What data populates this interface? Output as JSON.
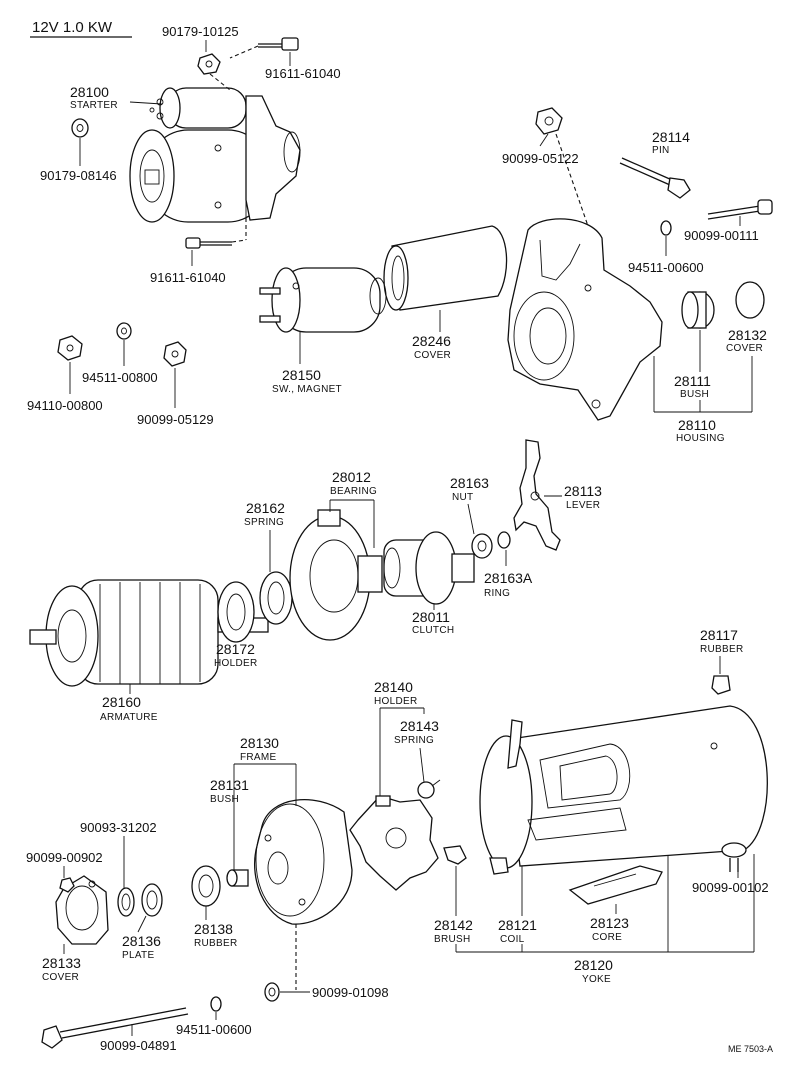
{
  "header": {
    "spec": "12V  1.0 KW"
  },
  "footer": {
    "ref": "ME 7503-A"
  },
  "labels": {
    "p_90179_10125": "90179-10125",
    "p_91611_61040_a": "91611-61040",
    "p_28100": "28100",
    "n_starter": "STARTER",
    "p_90179_08146": "90179-08146",
    "p_91611_61040_b": "91611-61040",
    "p_90099_05122": "90099-05122",
    "p_28114": "28114",
    "n_pin": "PIN",
    "p_90099_00111": "90099-00111",
    "p_94511_00600_a": "94511-00600",
    "p_28132": "28132",
    "n_cover_a": "COVER",
    "p_28111": "28111",
    "n_bush_a": "BUSH",
    "p_28110": "28110",
    "n_housing": "HOUSING",
    "p_28246": "28246",
    "n_cover_b": "COVER",
    "p_28150": "28150",
    "n_sw_magnet": "SW., MAGNET",
    "p_94511_00800": "94511-00800",
    "p_94110_00800": "94110-00800",
    "p_90099_05129": "90099-05129",
    "p_28012": "28012",
    "n_bearing": "BEARING",
    "p_28163": "28163",
    "n_nut": "NUT",
    "p_28113": "28113",
    "n_lever": "LEVER",
    "p_28162": "28162",
    "n_spring_a": "SPRING",
    "p_28163A": "28163A",
    "n_ring": "RING",
    "p_28011": "28011",
    "n_clutch": "CLUTCH",
    "p_28172": "28172",
    "n_holder_a": "HOLDER",
    "p_28160": "28160",
    "n_armature": "ARMATURE",
    "p_28117": "28117",
    "n_rubber_a": "RUBBER",
    "p_28140": "28140",
    "n_holder_b": "HOLDER",
    "p_28143": "28143",
    "n_spring_b": "SPRING",
    "p_28130": "28130",
    "n_frame": "FRAME",
    "p_28131": "28131",
    "n_bush_b": "BUSH",
    "p_90093_31202": "90093-31202",
    "p_90099_00902": "90099-00902",
    "p_28138": "28138",
    "n_rubber_b": "RUBBER",
    "p_28136": "28136",
    "n_plate": "PLATE",
    "p_28133": "28133",
    "n_cover_c": "COVER",
    "p_90099_00102": "90099-00102",
    "p_28142": "28142",
    "n_brush": "BRUSH",
    "p_28121": "28121",
    "n_coil": "COIL",
    "p_28123": "28123",
    "n_core": "CORE",
    "p_28120": "28120",
    "n_yoke": "YOKE",
    "p_90099_01098": "90099-01098",
    "p_94511_00600_b": "94511-00600",
    "p_90099_04891": "90099-04891"
  }
}
